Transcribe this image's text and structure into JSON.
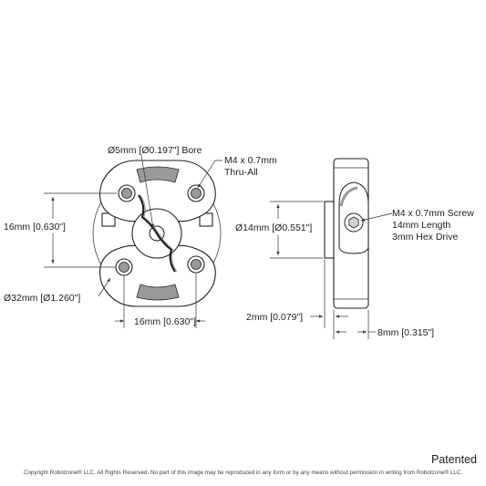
{
  "callouts": {
    "bore": "Ø5mm [Ø0.197\"] Bore",
    "thread_line1": "M4 x 0.7mm",
    "thread_line2": "Thru-All",
    "height_16": "16mm [0.630\"]",
    "outer_diameter": "Ø32mm [Ø1.260\"]",
    "width_16": "16mm [0.630\"]",
    "hub_diameter": "Ø14mm [Ø0.551\"]",
    "screw_line1": "M4 x 0.7mm Screw",
    "screw_line2": "14mm Length",
    "screw_line3": "3mm Hex Drive",
    "offset_2": "2mm [0.079\"]",
    "thickness_8": "8mm [0.315\"]"
  },
  "footer": {
    "patented": "Patented",
    "copyright": "Copyright Robotzone® LLC.  All Rights Reserved. No part of this image may be reproduced in any form or by any means without permission in writing from Robotzone® LLC."
  },
  "colors": {
    "line": "#222222",
    "shade": "#9a9a9a",
    "background": "#ffffff"
  }
}
